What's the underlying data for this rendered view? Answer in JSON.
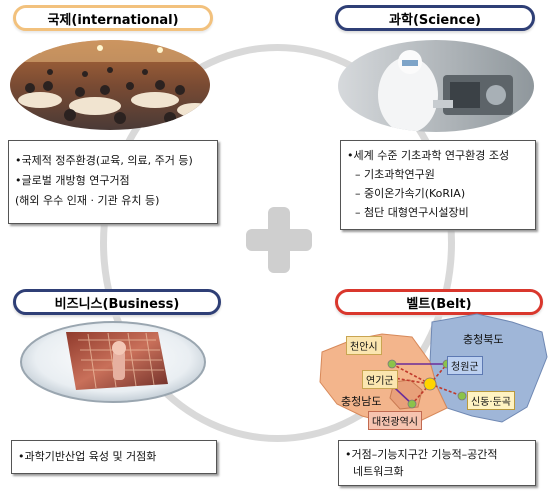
{
  "sections": {
    "international": {
      "title": "국제(international)",
      "items": [
        "•국제적 정주환경(교육, 의료, 주거 등)",
        "•글로벌 개방형 연구거점",
        "(해외 우수 인재 · 기관 유치 등)"
      ]
    },
    "science": {
      "title": "과학(Science)",
      "items": [
        "•세계 수준 기초과학 연구환경 조성",
        "– 기초과학연구원",
        "– 중이온가속기(KoRIA)",
        "– 첨단 대형연구시설장비"
      ]
    },
    "business": {
      "title": "비즈니스(Business)",
      "items": [
        "•과학기반산업 육성 및 거점화"
      ]
    },
    "belt": {
      "title": "벨트(Belt)",
      "items": [
        "•거점–기능지구간 기능적–공간적",
        "네트워크화"
      ],
      "map_labels": {
        "north": "충청북도",
        "south": "충청남도",
        "cheonan": "천안시",
        "yeongi": "연기군",
        "daejeon": "대전광역시",
        "cheongwon": "청원군",
        "sindong": "신동·둔곡"
      }
    }
  },
  "colors": {
    "orange_border": "#f2c17d",
    "blue_border": "#2f3f76",
    "red_border": "#d9372d",
    "circle": "#d9d9d9",
    "plus": "#cfcfcf"
  }
}
